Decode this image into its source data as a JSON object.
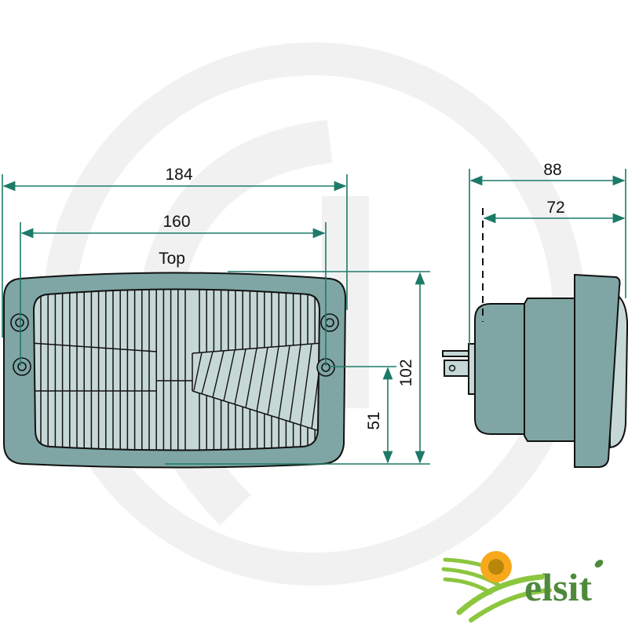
{
  "drawing": {
    "front_view": {
      "label_top": "Top",
      "dim_overall_width": "184",
      "dim_hole_spacing": "160",
      "dim_height": "102",
      "dim_hole_height": "51"
    },
    "side_view": {
      "dim_overall_depth": "88",
      "dim_body_depth": "72"
    }
  },
  "brand": {
    "logo_text": "elsit"
  },
  "colors": {
    "dimension_line": "#1d7a68",
    "housing": "#7fa6a4",
    "lens": "#c6d8d6",
    "watermark": "#f1f1f1",
    "logo_green": "#4f8a3c"
  }
}
